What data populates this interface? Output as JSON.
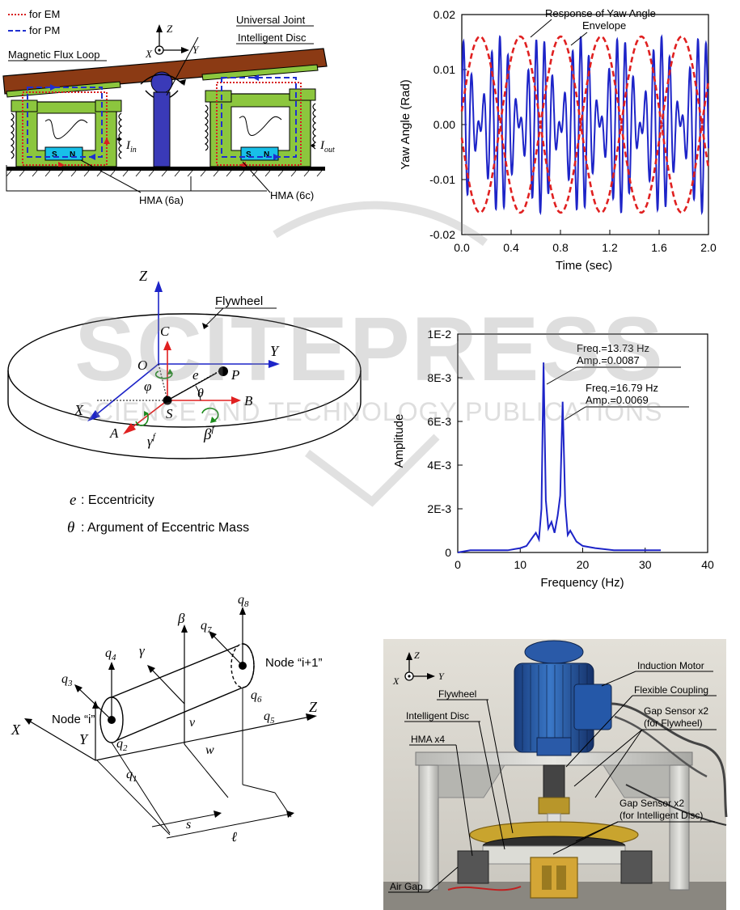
{
  "hma_figure": {
    "legend_em": "for EM",
    "legend_pm": "for PM",
    "flux_loop": "Magnetic Flux Loop",
    "universal_joint": "Universal Joint",
    "intelligent_disc": "Intelligent Disc",
    "axis_z": "Z",
    "axis_x": "X",
    "axis_y": "Y",
    "magnet_s": "S",
    "magnet_n": "N",
    "current_in": "I",
    "current_in_sub": "in",
    "current_out": "I",
    "current_out_sub": "out",
    "hma_left": "HMA (6a)",
    "hma_right": "HMA (6c)"
  },
  "flywheel_figure": {
    "title": "Flywheel",
    "axis_z": "Z",
    "axis_y": "Y",
    "axis_x": "X",
    "point_c": "C",
    "point_o": "O",
    "point_p": "P",
    "point_s": "S",
    "point_a": "A",
    "point_b": "B",
    "sym_e": "e",
    "sym_theta": "θ",
    "sym_phi": "φ",
    "sym_gamma": "γ",
    "sym_gamma_sup": "f",
    "sym_beta": "β",
    "sym_beta_sup": "f",
    "legend_e_sym": "e",
    "legend_e_text": ": Eccentricity",
    "legend_theta_sym": "θ",
    "legend_theta_text": ": Argument of Eccentric Mass"
  },
  "shaft_figure": {
    "node_i": "Node “i”",
    "node_i1": "Node “i+1”",
    "q1": "q",
    "q1_sub": "1",
    "q2": "q",
    "q2_sub": "2",
    "q3": "q",
    "q3_sub": "3",
    "q4": "q",
    "q4_sub": "4",
    "q5": "q",
    "q5_sub": "5",
    "q6": "q",
    "q6_sub": "6",
    "q7": "q",
    "q7_sub": "7",
    "q8": "q",
    "q8_sub": "8",
    "sym_beta": "β",
    "sym_gamma": "γ",
    "sym_v": "v",
    "sym_w": "w",
    "sym_s": "s",
    "sym_l": "ℓ",
    "axis_x": "X",
    "axis_y": "Y",
    "axis_z": "Z"
  },
  "photo_figure": {
    "axis_z": "Z",
    "axis_x": "X",
    "axis_y": "Y",
    "induction_motor": "Induction Motor",
    "flexible_coupling": "Flexible Coupling",
    "gap_sensor_fw_1": "Gap Sensor x2",
    "gap_sensor_fw_2": "(for Flywheel)",
    "flywheel": "Flywheel",
    "intelligent_disc": "Intelligent Disc",
    "hma": "HMA x4",
    "gap_sensor_id_1": "Gap Sensor x2",
    "gap_sensor_id_2": "(for Intelligent Disc)",
    "air_gap": "Air Gap"
  },
  "watermark": {
    "main": "SCITEPRESS",
    "sub": "SCIENCE AND TECHNOLOGY PUBLICATIONS"
  },
  "chart_data": [
    {
      "type": "line",
      "xlabel": "Time  (sec)",
      "ylabel": "Yaw Angle  (Rad)",
      "xlim": [
        0.0,
        2.0
      ],
      "ylim": [
        -0.02,
        0.02
      ],
      "xticks": [
        "0.0",
        "0.4",
        "0.8",
        "1.2",
        "1.6",
        "2.0"
      ],
      "yticks": [
        "0.02",
        "0.01",
        "0.00",
        "-0.01",
        "-0.02"
      ],
      "annotations": [
        "Response of Yaw Angle",
        "Envelope"
      ],
      "series": [
        {
          "name": "Response of Yaw Angle",
          "color": "#1d24c8",
          "description_freqs_hz": [
            13.73,
            16.79
          ],
          "amplitude_each": 0.008
        },
        {
          "name": "Envelope",
          "color": "#e02020",
          "style": "dashed",
          "beat_amplitude": 0.016,
          "beat_period_sec": 0.327
        }
      ]
    },
    {
      "type": "line",
      "xlabel": "Frequency  (Hz)",
      "ylabel": "Amplitude",
      "xlim": [
        0,
        40
      ],
      "ylim": [
        0,
        0.01
      ],
      "xticks": [
        "0",
        "10",
        "20",
        "30",
        "40"
      ],
      "yticks": [
        "1E-2",
        "8E-3",
        "6E-3",
        "4E-3",
        "2E-3",
        "0"
      ],
      "annotations": [
        {
          "line1": "Freq.=13.73 Hz",
          "line2": "Amp.=0.0087"
        },
        {
          "line1": "Freq.=16.79 Hz",
          "line2": "Amp.=0.0069"
        }
      ],
      "peaks": [
        {
          "x": 13.73,
          "y": 0.0087
        },
        {
          "x": 16.79,
          "y": 0.0069
        }
      ],
      "series": [
        {
          "color": "#1d24c8",
          "x": [
            0,
            2,
            4,
            6,
            8,
            10,
            11,
            12,
            12.5,
            13,
            13.4,
            13.73,
            14.1,
            14.5,
            15,
            15.5,
            16,
            16.4,
            16.79,
            17.2,
            17.6,
            18,
            19,
            20,
            22,
            25,
            28,
            30,
            32.5
          ],
          "y": [
            0.0,
            0.0001,
            0.0001,
            0.0001,
            0.0001,
            0.0002,
            0.0003,
            0.0007,
            0.0009,
            0.0006,
            0.002,
            0.0087,
            0.0024,
            0.0011,
            0.0014,
            0.0009,
            0.0017,
            0.0026,
            0.0069,
            0.0022,
            0.0008,
            0.001,
            0.0005,
            0.0003,
            0.0002,
            0.0001,
            0.0001,
            0.0001,
            0.0001
          ]
        }
      ]
    }
  ]
}
